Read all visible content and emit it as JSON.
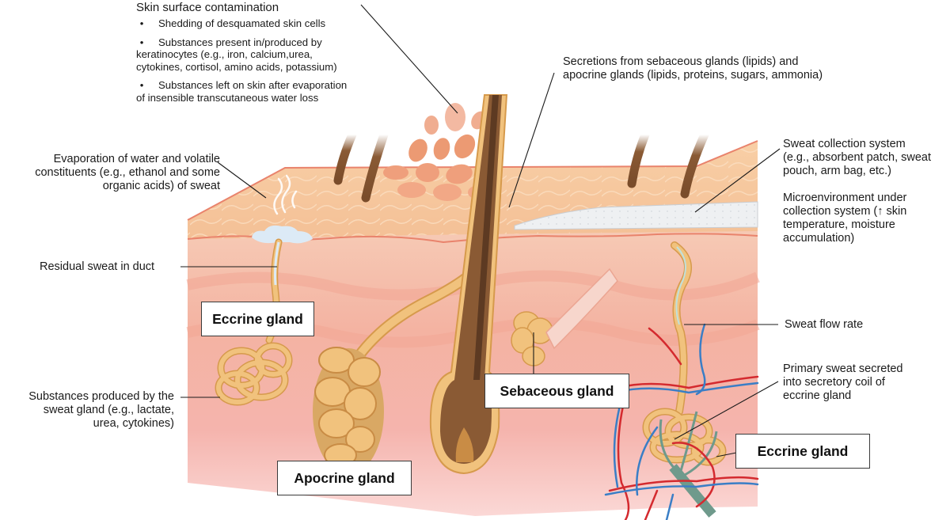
{
  "figure": {
    "top_annotation": {
      "title": "Skin surface contamination",
      "bullets": [
        {
          "marker": "•",
          "lines": [
            "Shedding of desquamated skin cells"
          ]
        },
        {
          "marker": "•",
          "lines": [
            "Substances present in/produced by",
            "keratinocytes (e.g., iron, calcium,urea,",
            "cytokines, cortisol, amino acids, potassium)"
          ]
        },
        {
          "marker": "•",
          "lines": [
            "Substances left on skin after evaporation",
            "of insensible transcutaneous water loss"
          ]
        }
      ]
    },
    "left_annotations": {
      "evaporation": [
        "Evaporation of water and volatile",
        "constituents (e.g., ethanol and some",
        "organic acids) of sweat"
      ],
      "residual_sweat": "Residual sweat in duct",
      "gland_substances": [
        "Substances produced by the",
        "sweat gland (e.g., lactate,",
        "urea, cytokines)"
      ]
    },
    "right_annotations": {
      "secretions": [
        "Secretions from sebaceous glands (lipids) and",
        "apocrine glands (lipids, proteins, sugars, ammonia)"
      ],
      "collection_system": [
        "Sweat collection system",
        "(e.g., absorbent patch, sweat",
        "pouch, arm bag, etc.)"
      ],
      "microenvironment": [
        "Microenvironment under",
        "collection system (↑ skin",
        "temperature, moisture",
        "accumulation)"
      ],
      "flow_rate": "Sweat flow rate",
      "primary_sweat": [
        "Primary sweat secreted",
        "into secretory coil of",
        "eccrine gland"
      ]
    },
    "boxed_labels": {
      "eccrine_left": "Eccrine gland",
      "sebaceous": "Sebaceous gland",
      "apocrine": "Apocrine gland",
      "eccrine_right": "Eccrine gland"
    },
    "colors": {
      "epidermis": "#f6c9a0",
      "epidermis_line": "#e9836c",
      "dermis_top": "#f5c3b0",
      "dermis_bottom": "#f7bcb6",
      "gland": "#f1c27d",
      "gland_outline": "#d69a4c",
      "hair": "#8a5a34",
      "hair_dark": "#5d3a22",
      "sweat": "#dceaf6",
      "artery": "#d42a2f",
      "vein": "#3a7ec6",
      "nerve": "#6f9a8c",
      "patch": "#eef0f2",
      "cells": "#ec9a73"
    }
  }
}
